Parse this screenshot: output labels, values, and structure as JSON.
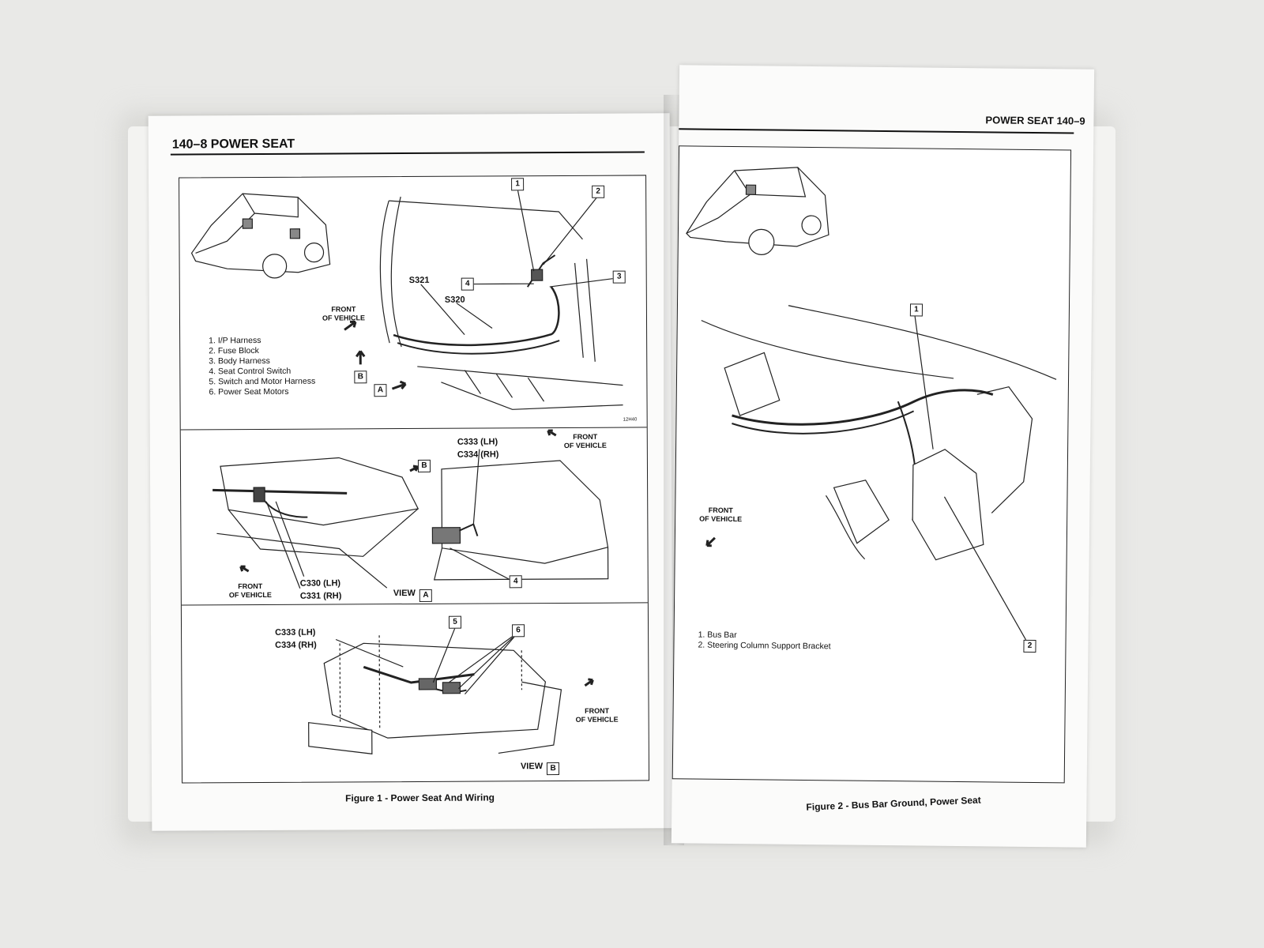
{
  "left_page": {
    "header": "140–8  POWER SEAT",
    "figure_caption": "Figure 1 - Power Seat And Wiring",
    "legend": [
      "1.  I/P Harness",
      "2.  Fuse Block",
      "3.  Body Harness",
      "4.  Seat Control Switch",
      "5.  Switch and Motor Harness",
      "6.  Power Seat Motors"
    ],
    "splice_labels": [
      "S321",
      "S320"
    ],
    "front_of_vehicle": "FRONT\nOF VEHICLE",
    "view_a": "VIEW",
    "view_b": "VIEW",
    "box_a": "A",
    "box_b": "B",
    "connectors_top": [
      "C333 (LH)",
      "C334 (RH)"
    ],
    "connectors_bottom": [
      "C330 (LH)",
      "C331 (RH)"
    ],
    "callouts": [
      "1",
      "2",
      "3",
      "4",
      "5",
      "6"
    ],
    "drawing_code": "12H40"
  },
  "right_page": {
    "header": "POWER SEAT 140–9",
    "figure_caption": "Figure 2 - Bus Bar Ground, Power Seat",
    "legend": [
      "1.  Bus Bar",
      "2.  Steering Column Support Bracket"
    ],
    "front_of_vehicle": "FRONT\nOF VEHICLE",
    "callouts": [
      "1",
      "2"
    ]
  }
}
